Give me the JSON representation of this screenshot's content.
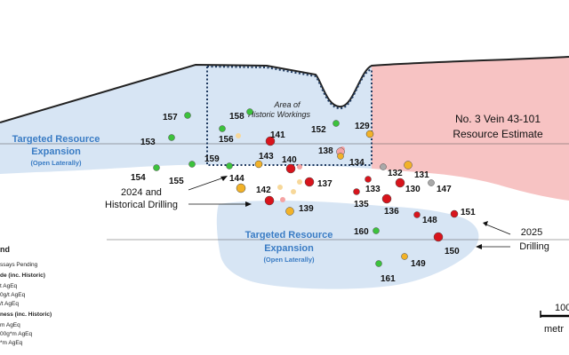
{
  "labels": {
    "area_historic_line1": "Area of",
    "area_historic_line2": "Historic Workings",
    "resource_estimate_line1": "No. 3 Vein 43-101",
    "resource_estimate_line2": "Resource Estimate",
    "target_left_line1": "Targeted Resource",
    "target_left_line2": "Expansion",
    "target_left_line3": "(Open Laterally)",
    "target_bottom_line1": "Targeted Resource",
    "target_bottom_line2": "Expansion",
    "target_bottom_line3": "(Open Laterally)",
    "drilling_2024_line1": "2024 and",
    "drilling_2024_line2": "Historical Drilling",
    "drilling_2025_line1": "2025",
    "drilling_2025_line2": "Drilling"
  },
  "scale": {
    "value": "100",
    "unit": "metr"
  },
  "legend": {
    "title": "nd",
    "pending": "ssays Pending",
    "grade_heading": "de (inc. Historic)",
    "grade_rows": [
      "t AgEq",
      "0g/t AgEq",
      "/t AgEq"
    ],
    "thickness_heading": "ness (inc. Historic)",
    "thickness_rows": [
      "m AgEq",
      "00g*m AgEq",
      "*m AgEq"
    ]
  },
  "colors": {
    "green": "#3cc23c",
    "orange": "#f2b228",
    "red": "#d8141c",
    "grey": "#a9a9a9",
    "pink": "#f5a3a3",
    "pale": "#f7d89a",
    "target_fill": "#d7e5f4",
    "resource_fill": "#f7c3c3"
  },
  "holes": [
    {
      "id": "157",
      "grade": "green"
    },
    {
      "id": "158",
      "grade": "green"
    },
    {
      "id": "153",
      "grade": "green"
    },
    {
      "id": "156",
      "grade": "green"
    },
    {
      "id": "141",
      "grade": "red"
    },
    {
      "id": "152",
      "grade": "green"
    },
    {
      "id": "129",
      "grade": "orange"
    },
    {
      "id": "138",
      "grade": "pink"
    },
    {
      "id": "134",
      "grade": "orange"
    },
    {
      "id": "154",
      "grade": "green"
    },
    {
      "id": "155",
      "grade": "green"
    },
    {
      "id": "159",
      "grade": "green"
    },
    {
      "id": "143",
      "grade": "orange"
    },
    {
      "id": "140",
      "grade": "red"
    },
    {
      "id": "132",
      "grade": "grey"
    },
    {
      "id": "131",
      "grade": "orange"
    },
    {
      "id": "144",
      "grade": "orange"
    },
    {
      "id": "137",
      "grade": "red"
    },
    {
      "id": "133",
      "grade": "red"
    },
    {
      "id": "130",
      "grade": "red"
    },
    {
      "id": "147",
      "grade": "grey"
    },
    {
      "id": "142",
      "grade": "red"
    },
    {
      "id": "139",
      "grade": "orange"
    },
    {
      "id": "135",
      "grade": "red"
    },
    {
      "id": "136",
      "grade": "red"
    },
    {
      "id": "148",
      "grade": "red"
    },
    {
      "id": "151",
      "grade": "red"
    },
    {
      "id": "160",
      "grade": "green"
    },
    {
      "id": "150",
      "grade": "red"
    },
    {
      "id": "149",
      "grade": "orange"
    },
    {
      "id": "161",
      "grade": "green"
    }
  ]
}
